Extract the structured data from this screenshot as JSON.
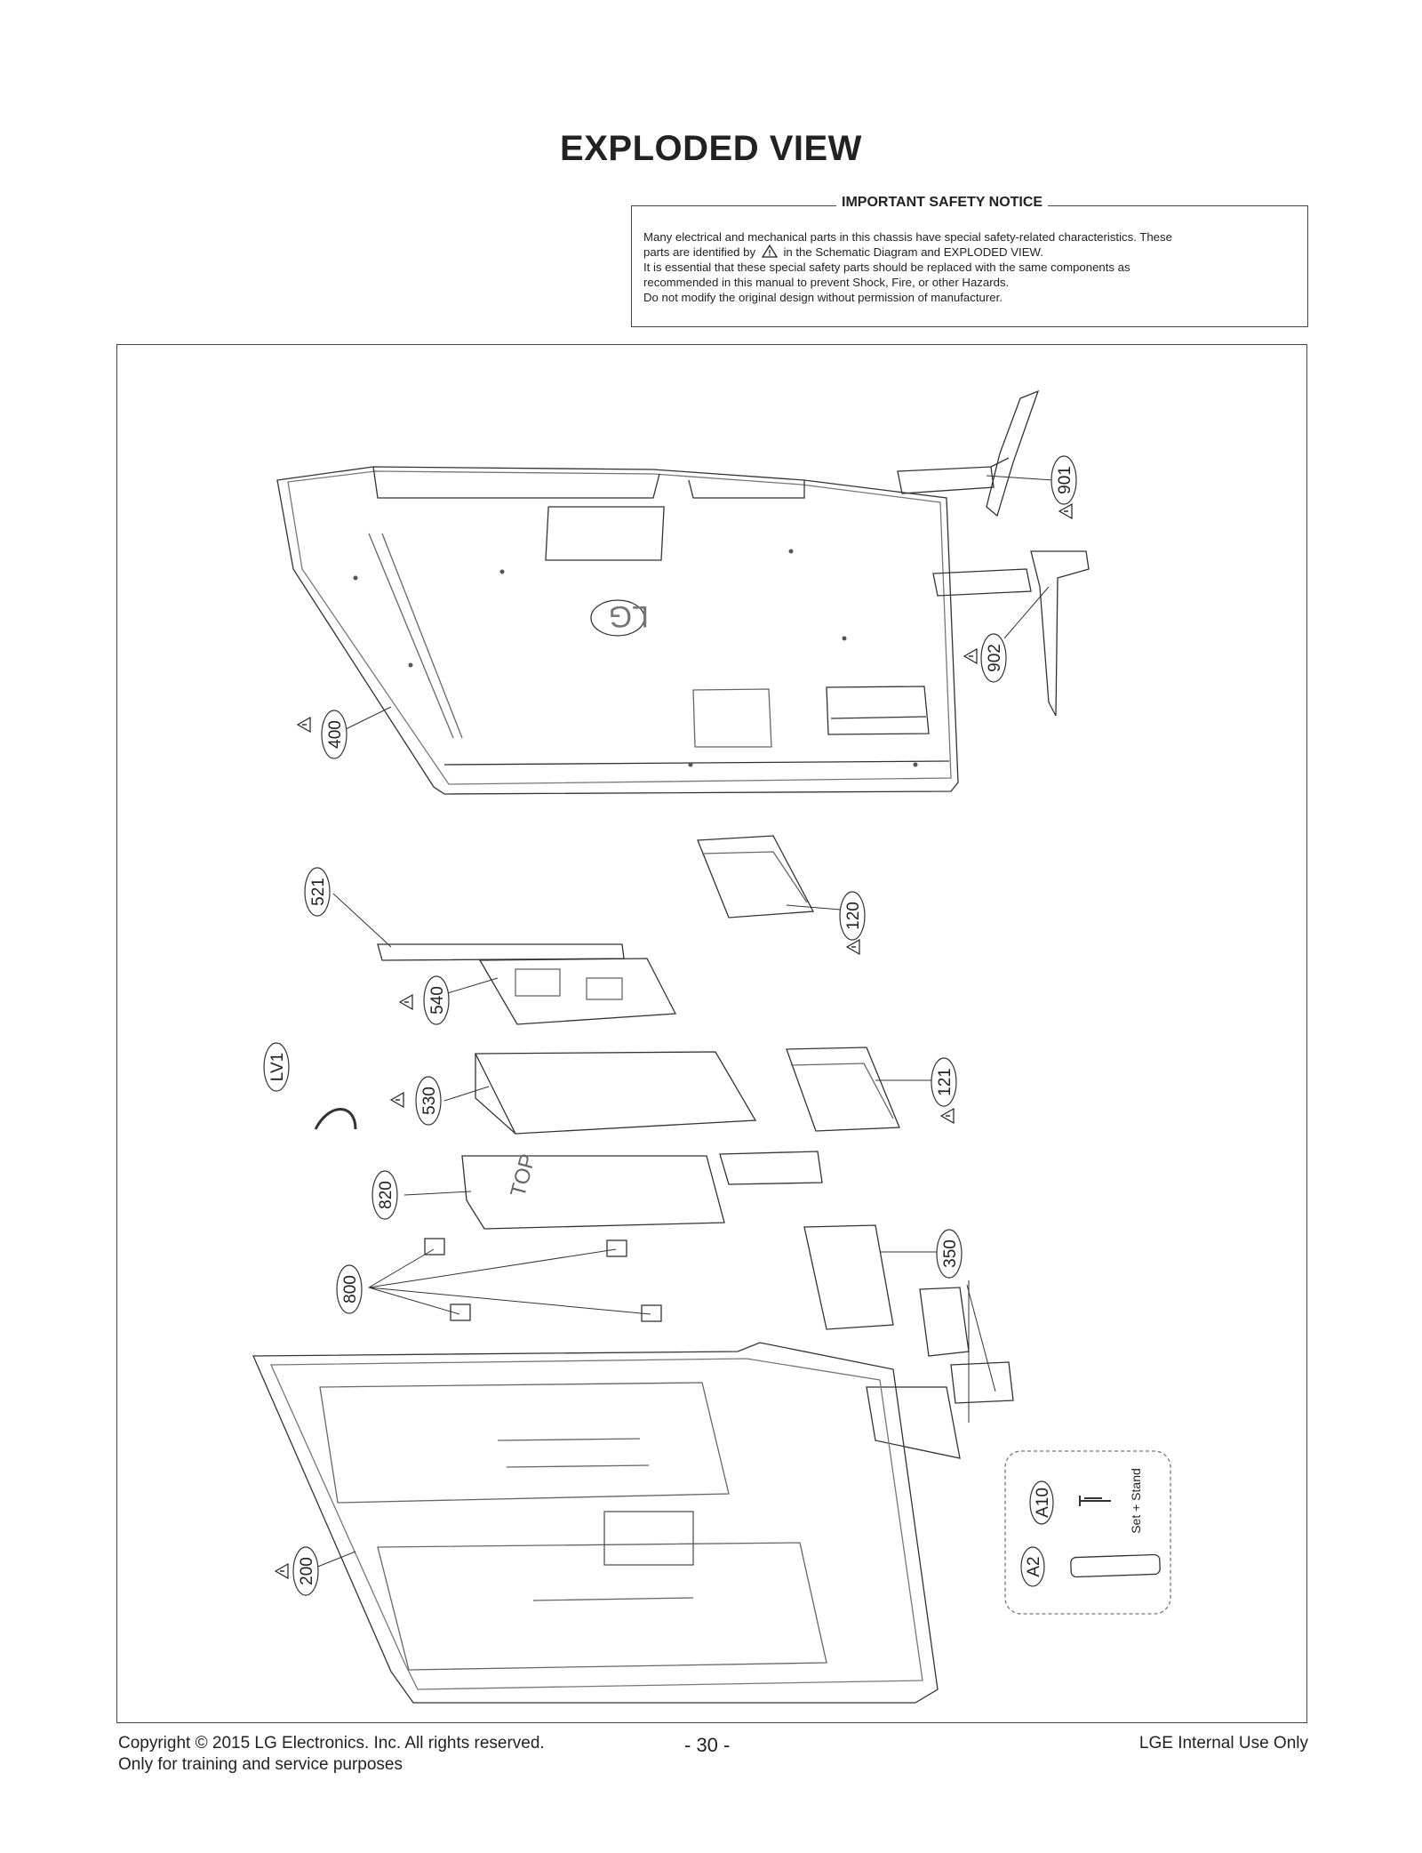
{
  "page": {
    "title": "EXPLODED VIEW",
    "page_number": "- 30 -"
  },
  "notice": {
    "title": "IMPORTANT SAFETY NOTICE",
    "line1": "Many electrical and mechanical parts in this chassis have special safety-related characteristics. These",
    "line2a": "parts are identified by",
    "line2b": "in the Schematic Diagram and EXPLODED VIEW.",
    "line3": "It is essential that these special safety parts should be replaced with the same components as",
    "line4": "recommended in this manual to prevent Shock, Fire, or other Hazards.",
    "line5": "Do not modify the original design without permission of manufacturer."
  },
  "parts": {
    "p901": "901",
    "p902": "902",
    "p400": "400",
    "p521": "521",
    "p120": "120",
    "p540": "540",
    "pLV1": "LV1",
    "p530": "530",
    "p121": "121",
    "p820": "820",
    "p350": "350",
    "p800": "800",
    "p200": "200",
    "pA10": "A10",
    "pA2": "A2"
  },
  "inset": {
    "label": "Set + Stand"
  },
  "footer": {
    "copyright": "Copyright  © 2015 LG Electronics. Inc. All rights reserved.",
    "purpose": "Only for training and service purposes",
    "internal": "LGE Internal Use Only"
  }
}
